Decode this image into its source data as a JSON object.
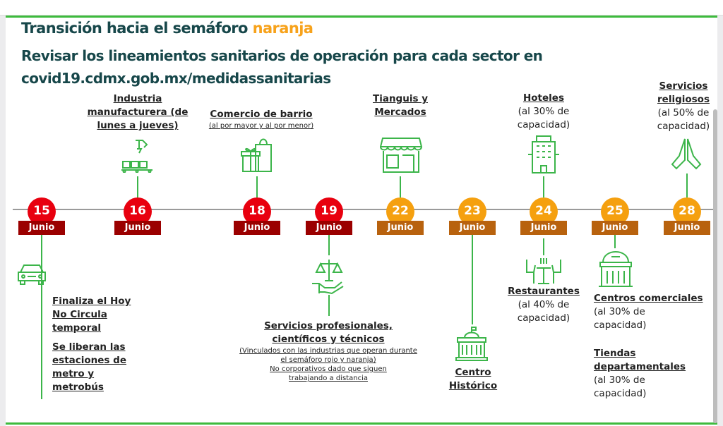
{
  "header": {
    "title_prefix": "Transición hacia el semáforo ",
    "title_highlight": "naranja",
    "subtitle_line1": "Revisar los lineamientos sanitarios de operación para cada sector en",
    "subtitle_line2": "covid19.cdmx.gob.mx/medidassanitarias"
  },
  "month": "Junio",
  "dates": [
    {
      "day": "15",
      "phase": "red"
    },
    {
      "day": "16",
      "phase": "red"
    },
    {
      "day": "18",
      "phase": "red"
    },
    {
      "day": "19",
      "phase": "red"
    },
    {
      "day": "22",
      "phase": "orange"
    },
    {
      "day": "23",
      "phase": "orange"
    },
    {
      "day": "24",
      "phase": "orange"
    },
    {
      "day": "25",
      "phase": "orange"
    },
    {
      "day": "28",
      "phase": "orange"
    }
  ],
  "events": {
    "d15": {
      "title1": "Finaliza el Hoy No Circula temporal",
      "title2": "Se liberan las estaciones de metro y metrobús",
      "icon": "car-icon"
    },
    "d16": {
      "title": "Industria manufacturera (de lunes a jueves)",
      "icon": "factory-arm-icon"
    },
    "d18": {
      "title": "Comercio de barrio",
      "note": "(al por mayor y al por menor)",
      "icon": "shopping-gift-icon"
    },
    "d19": {
      "title": "Servicios profesionales, científicos y técnicos",
      "note1": "(Vinculados con las industrias que operan durante el semáforo rojo y naranja)",
      "note2": "No corporativos dado que siguen trabajando a distancia",
      "icon": "scale-hand-icon"
    },
    "d22": {
      "title": "Tianguis y Mercados",
      "icon": "market-stall-icon"
    },
    "d23": {
      "title": "Centro Histórico",
      "icon": "historic-building-icon"
    },
    "d24a": {
      "title": "Hoteles",
      "note": "(al 30% de capacidad)",
      "icon": "hotel-icon"
    },
    "d24b": {
      "title": "Restaurantes",
      "note": "(al 40% de capacidad)",
      "icon": "restaurant-icon"
    },
    "d25a": {
      "title": "Centros comerciales",
      "note": "(al 30% de capacidad)",
      "icon": "mall-icon"
    },
    "d25b": {
      "title": "Tiendas departamentales",
      "note": "(al 30% de capacidad)"
    },
    "d28": {
      "title": "Servicios religiosos",
      "note": "(al 50% de capacidad)",
      "icon": "praying-hands-icon"
    }
  },
  "colors": {
    "red": "#e8000f",
    "red_dark": "#9b0000",
    "orange": "#f5a00f",
    "orange_dark": "#b8620e",
    "green": "#3cb54a",
    "teal": "#17474a"
  }
}
